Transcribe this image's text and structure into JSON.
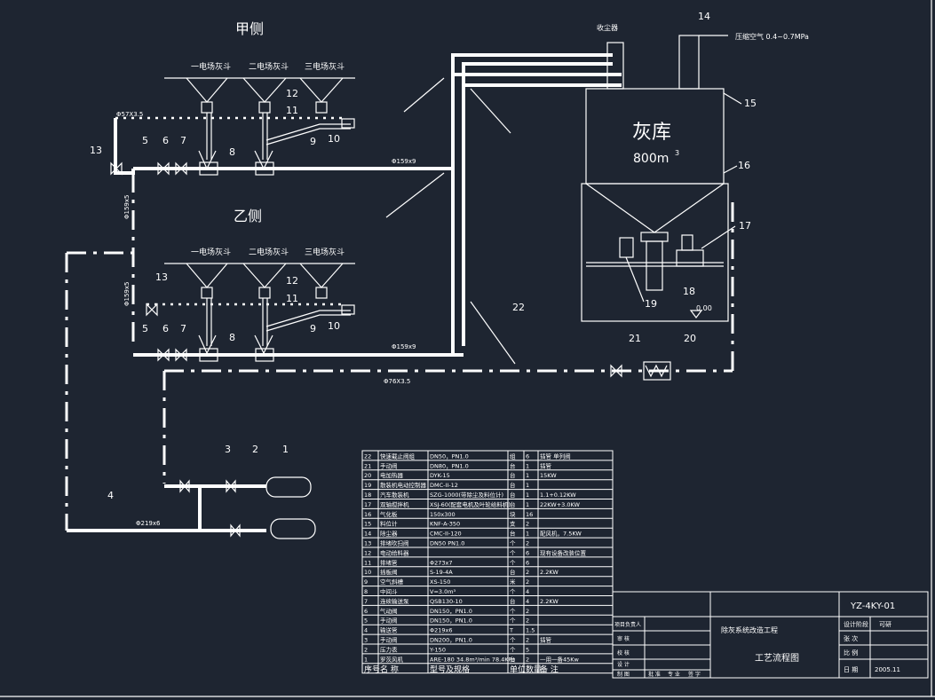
{
  "labels": {
    "side_a": "甲侧",
    "side_b": "乙侧",
    "hopper1": "一电场灰斗",
    "hopper2": "二电场灰斗",
    "hopper3": "三电场灰斗",
    "silo_title": "灰库",
    "silo_volume": "800m",
    "silo_volume_sup": "3",
    "collector": "收尘器",
    "air_source": "压缩空气 0.4~0.7MPa",
    "elev": "0.00"
  },
  "pipe_labels": {
    "p57": "Φ57X3.5",
    "p159_a": "Φ159x9",
    "p159_v1": "Φ159x5",
    "p159_v2": "Φ159x5",
    "p159_b": "Φ159x9",
    "p76": "Φ76X3.5",
    "p219": "Φ219x6"
  },
  "numbers_a": [
    "5",
    "6",
    "7",
    "8",
    "9",
    "10",
    "11",
    "12",
    "13"
  ],
  "numbers_b": [
    "5",
    "6",
    "7",
    "8",
    "9",
    "10",
    "11",
    "12",
    "13"
  ],
  "numbers_silo": [
    "14",
    "15",
    "16",
    "17",
    "18",
    "19",
    "20",
    "21",
    "22"
  ],
  "numbers_blower": [
    "1",
    "2",
    "3",
    "4"
  ],
  "bom": [
    {
      "no": "22",
      "name": "快速截止阀组",
      "spec": "DN50，PN1.0",
      "unit": "组",
      "qty": "6",
      "note": "插管 单列阀"
    },
    {
      "no": "21",
      "name": "手动阀",
      "spec": "DN80，PN1.0",
      "unit": "台",
      "qty": "1",
      "note": "插管"
    },
    {
      "no": "20",
      "name": "电加热器",
      "spec": "DYK-15",
      "unit": "台",
      "qty": "1",
      "note": "15KW"
    },
    {
      "no": "19",
      "name": "散装机电动控制器",
      "spec": "DMC-II-12",
      "unit": "台",
      "qty": "1",
      "note": ""
    },
    {
      "no": "18",
      "name": "汽车散装机",
      "spec": "SZG-1000(带除尘及料位计)",
      "unit": "台",
      "qty": "1",
      "note": "1.1+0.12KW"
    },
    {
      "no": "17",
      "name": "双轴搅拌机",
      "spec": "XSJ-60(配套电机及叶轮给料机)",
      "unit": "台",
      "qty": "1",
      "note": "22KW+3.0KW"
    },
    {
      "no": "16",
      "name": "气化板",
      "spec": "150x300",
      "unit": "块",
      "qty": "16",
      "note": ""
    },
    {
      "no": "15",
      "name": "料位计",
      "spec": "KNF-A-350",
      "unit": "支",
      "qty": "2",
      "note": ""
    },
    {
      "no": "14",
      "name": "除尘器",
      "spec": "CMC-II-120",
      "unit": "台",
      "qty": "1",
      "note": "配风机，7.5KW"
    },
    {
      "no": "13",
      "name": "排堵吹扫阀",
      "spec": "DN50 PN1.0",
      "unit": "个",
      "qty": "2",
      "note": ""
    },
    {
      "no": "12",
      "name": "电动给料器",
      "spec": "",
      "unit": "个",
      "qty": "6",
      "note": "现有设备改装位置"
    },
    {
      "no": "11",
      "name": "排堵管",
      "spec": "Φ273x7",
      "unit": "个",
      "qty": "6",
      "note": ""
    },
    {
      "no": "10",
      "name": "插板阀",
      "spec": "S-19-4A",
      "unit": "台",
      "qty": "2",
      "note": "2.2KW"
    },
    {
      "no": "9",
      "name": "空气斜槽",
      "spec": "XS-150",
      "unit": "米",
      "qty": "2",
      "note": ""
    },
    {
      "no": "8",
      "name": "中间斗",
      "spec": "V=3.0m³",
      "unit": "个",
      "qty": "4",
      "note": ""
    },
    {
      "no": "7",
      "name": "连续输送泵",
      "spec": "QSB130-10",
      "unit": "台",
      "qty": "4",
      "note": "2.2KW"
    },
    {
      "no": "6",
      "name": "气动阀",
      "spec": "DN150，PN1.0",
      "unit": "个",
      "qty": "2",
      "note": ""
    },
    {
      "no": "5",
      "name": "手动阀",
      "spec": "DN150，PN1.0",
      "unit": "个",
      "qty": "2",
      "note": ""
    },
    {
      "no": "4",
      "name": "输送管",
      "spec": "Φ219x6",
      "unit": "T",
      "qty": "1.5",
      "note": ""
    },
    {
      "no": "3",
      "name": "手动阀",
      "spec": "DN200，PN1.0",
      "unit": "个",
      "qty": "2",
      "note": "插管"
    },
    {
      "no": "2",
      "name": "压力表",
      "spec": "Y-150",
      "unit": "个",
      "qty": "5",
      "note": ""
    },
    {
      "no": "1",
      "name": "罗茨风机",
      "spec": "ARE-180 34.8m³/min 78.4KPa",
      "unit": "台",
      "qty": "2",
      "note": "一用一备45Kw"
    }
  ],
  "bom_header": {
    "no": "序号",
    "name": "名 称",
    "spec": "型号及规格",
    "unit": "单位",
    "qty": "数量",
    "note": "备 注"
  },
  "title_block": {
    "drawing_no": "YZ-4KY-01",
    "project": "除灰系统改造工程",
    "drawing_title": "工艺流程图",
    "stage_label": "设计阶段",
    "stage_value": "可研",
    "scale_label": "比 例",
    "sheet_label": "张 次",
    "date_label": "日 期",
    "date": "2005.11",
    "designer_label": "项目负责人",
    "checker_label": "审 核",
    "review_label": "校 核",
    "design_label": "设 计",
    "draw_label": "制 图",
    "sig1": "批 准",
    "sig2": "专 业",
    "sig3": "签 字"
  }
}
